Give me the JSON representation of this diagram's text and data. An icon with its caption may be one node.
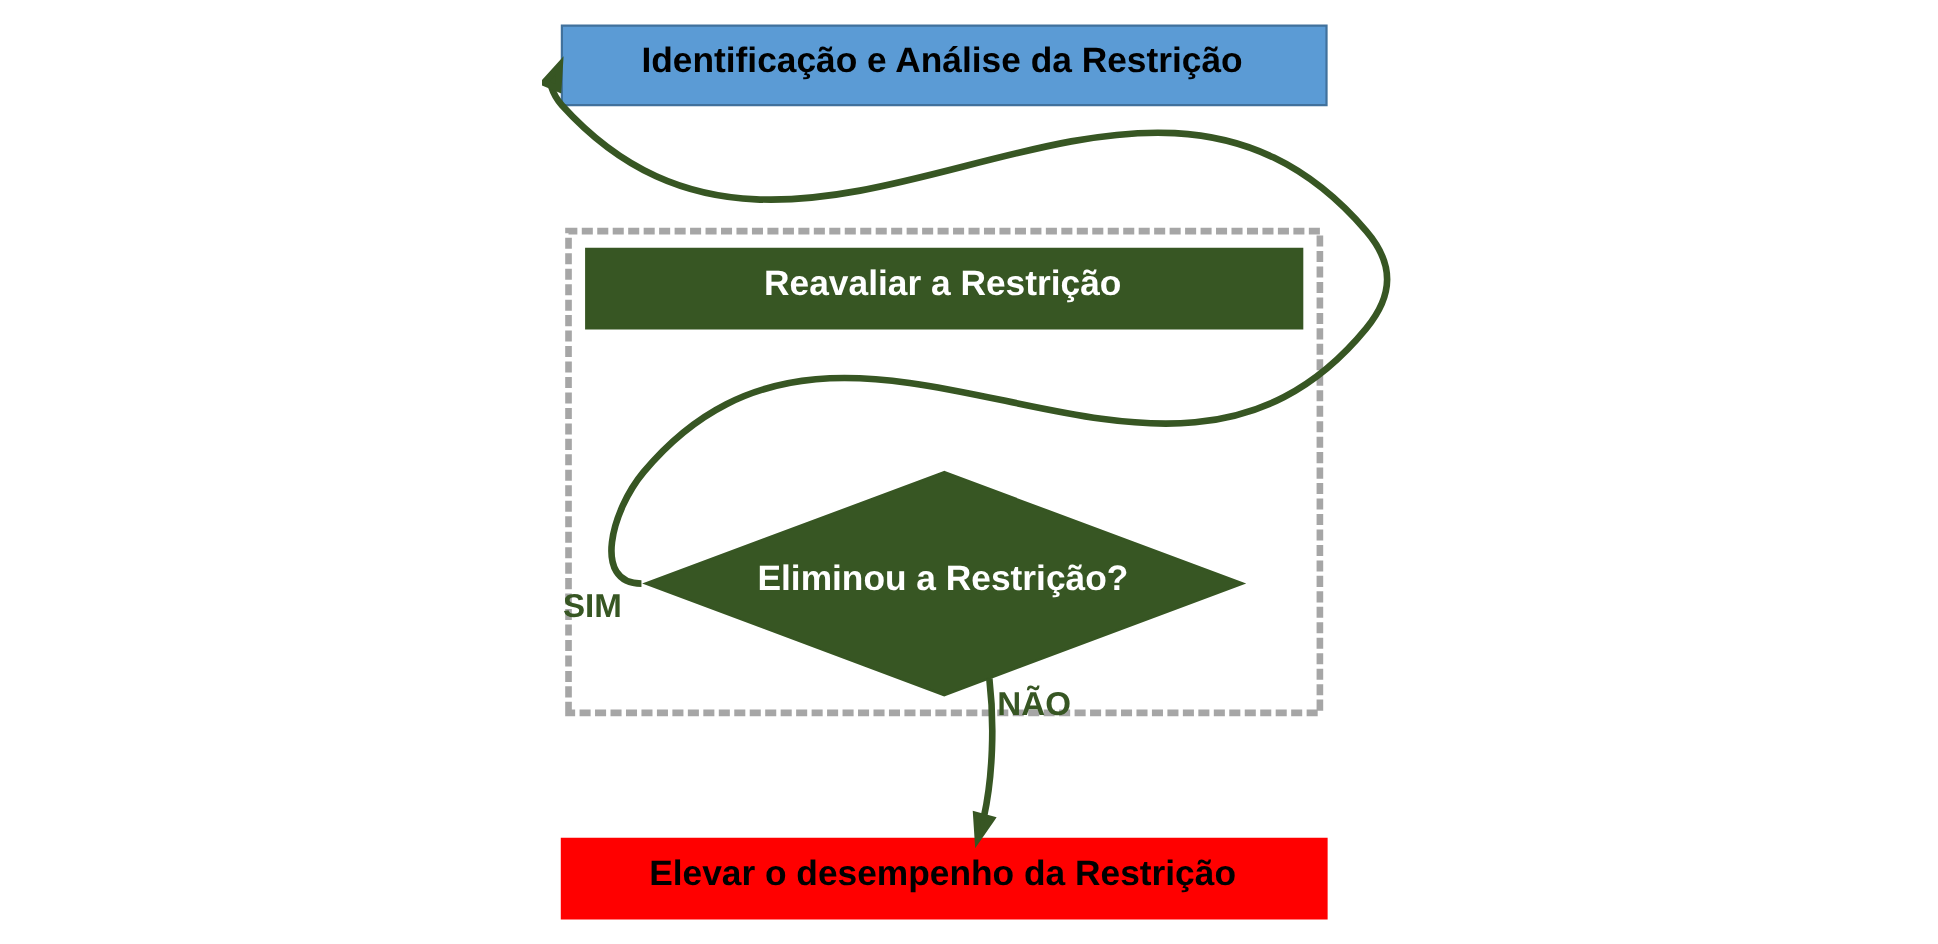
{
  "diagram": {
    "nodes": [
      {
        "text": [
          "Identificação e Análise da Restrição"
        ]
      },
      {
        "text": [],
        "shape": "box"
      },
      {
        "text": [
          "Reavaliar a Restrição"
        ],
        "in": 1
      },
      {
        "text": [
          "Eliminou a Restrição?"
        ],
        "in": 1
      },
      {
        "text": [
          "Elevar o desempenho da Restrição"
        ]
      }
    ],
    "edges": [
      {
        "from": 3,
        "to": 0,
        "arrow": "to",
        "label": "SIM"
      },
      {
        "from": 3,
        "to": 4,
        "arrow": "to",
        "label": "NÃO"
      }
    ]
  }
}
